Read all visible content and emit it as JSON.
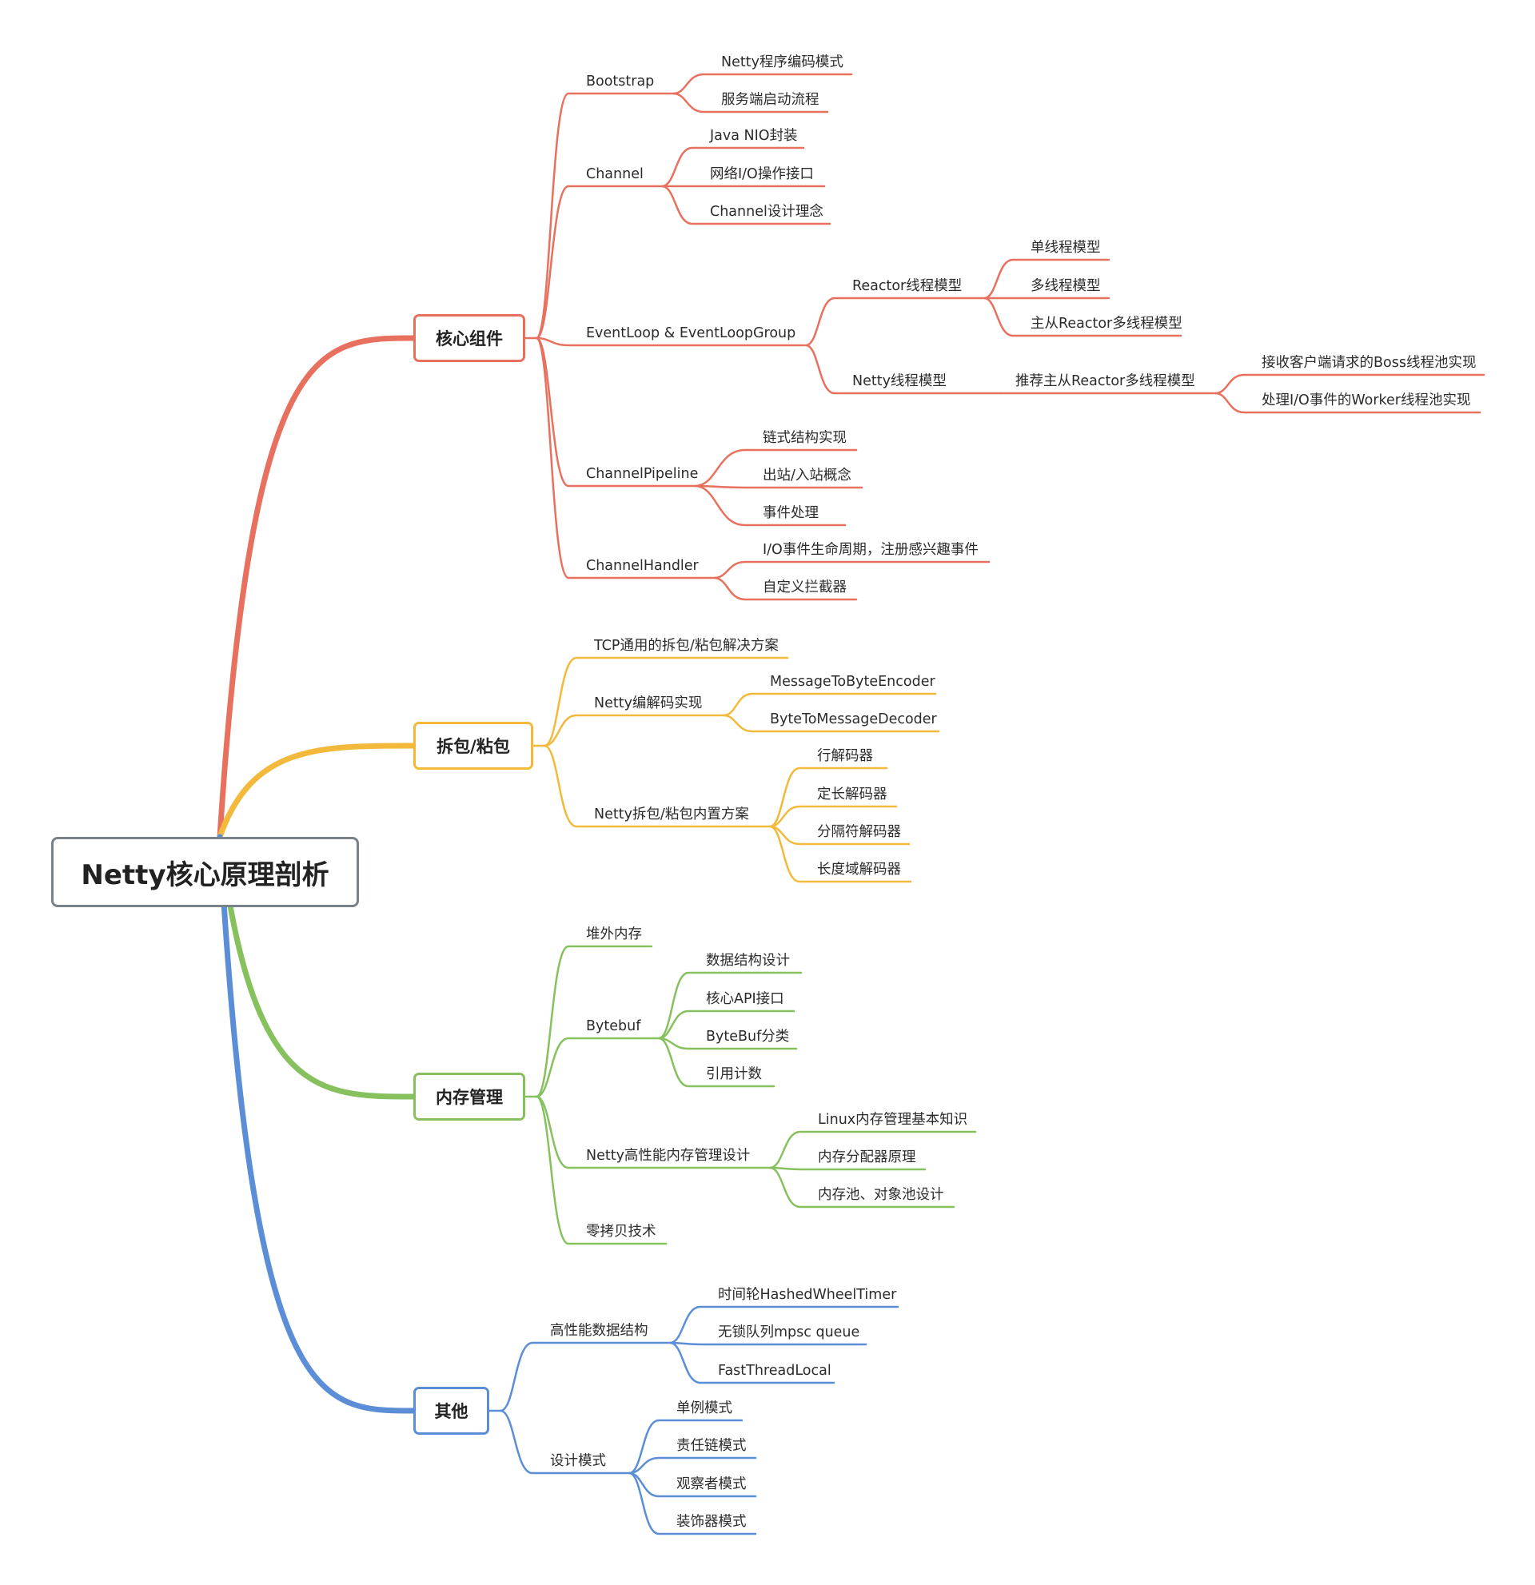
{
  "root": {
    "label": "Netty核心原理剖析"
  },
  "branches": [
    {
      "label": "核心组件",
      "color": "#e8705e",
      "children": [
        {
          "label": "Bootstrap",
          "children": [
            {
              "label": "Netty程序编码模式"
            },
            {
              "label": "服务端启动流程"
            }
          ]
        },
        {
          "label": "Channel",
          "children": [
            {
              "label": "Java NIO封装"
            },
            {
              "label": "网络I/O操作接口"
            },
            {
              "label": "Channel设计理念"
            }
          ]
        },
        {
          "label": "EventLoop & EventLoopGroup",
          "children": [
            {
              "label": "Reactor线程模型",
              "children": [
                {
                  "label": "单线程模型"
                },
                {
                  "label": "多线程模型"
                },
                {
                  "label": "主从Reactor多线程模型"
                }
              ]
            },
            {
              "label": "Netty线程模型",
              "children": [
                {
                  "label": "推荐主从Reactor多线程模型",
                  "children": [
                    {
                      "label": "接收客户端请求的Boss线程池实现"
                    },
                    {
                      "label": "处理I/O事件的Worker线程池实现"
                    }
                  ]
                }
              ]
            }
          ]
        },
        {
          "label": "ChannelPipeline",
          "children": [
            {
              "label": "链式结构实现"
            },
            {
              "label": "出站/入站概念"
            },
            {
              "label": "事件处理"
            }
          ]
        },
        {
          "label": "ChannelHandler",
          "children": [
            {
              "label": "I/O事件生命周期，注册感兴趣事件"
            },
            {
              "label": "自定义拦截器"
            }
          ]
        }
      ]
    },
    {
      "label": "拆包/粘包",
      "color": "#f2b93b",
      "children": [
        {
          "label": "TCP通用的拆包/粘包解决方案"
        },
        {
          "label": "Netty编解码实现",
          "children": [
            {
              "label": "MessageToByteEncoder"
            },
            {
              "label": "ByteToMessageDecoder"
            }
          ]
        },
        {
          "label": "Netty拆包/粘包内置方案",
          "children": [
            {
              "label": "行解码器"
            },
            {
              "label": "定长解码器"
            },
            {
              "label": "分隔符解码器"
            },
            {
              "label": "长度域解码器"
            }
          ]
        }
      ]
    },
    {
      "label": "内存管理",
      "color": "#86c15e",
      "children": [
        {
          "label": "堆外内存"
        },
        {
          "label": "Bytebuf",
          "children": [
            {
              "label": "数据结构设计"
            },
            {
              "label": "核心API接口"
            },
            {
              "label": "ByteBuf分类"
            },
            {
              "label": "引用计数"
            }
          ]
        },
        {
          "label": "Netty高性能内存管理设计",
          "children": [
            {
              "label": "Linux内存管理基本知识"
            },
            {
              "label": "内存分配器原理"
            },
            {
              "label": "内存池、对象池设计"
            }
          ]
        },
        {
          "label": "零拷贝技术"
        }
      ]
    },
    {
      "label": "其他",
      "color": "#5b8ed6",
      "children": [
        {
          "label": "高性能数据结构",
          "children": [
            {
              "label": "时间轮HashedWheelTimer"
            },
            {
              "label": "无锁队列mpsc queue"
            },
            {
              "label": "FastThreadLocal"
            }
          ]
        },
        {
          "label": "设计模式",
          "children": [
            {
              "label": "单例模式"
            },
            {
              "label": "责任链模式"
            },
            {
              "label": "观察者模式"
            },
            {
              "label": "装饰器模式"
            }
          ]
        }
      ]
    }
  ]
}
